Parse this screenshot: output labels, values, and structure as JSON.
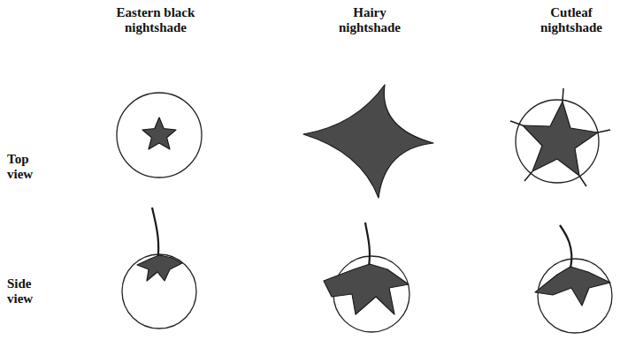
{
  "diagram": {
    "labels": [
      "Eastern black nightshade",
      "Hairy nightshade",
      "Cutleaf nightshade",
      "Top view",
      "Side view"
    ]
  }
}
